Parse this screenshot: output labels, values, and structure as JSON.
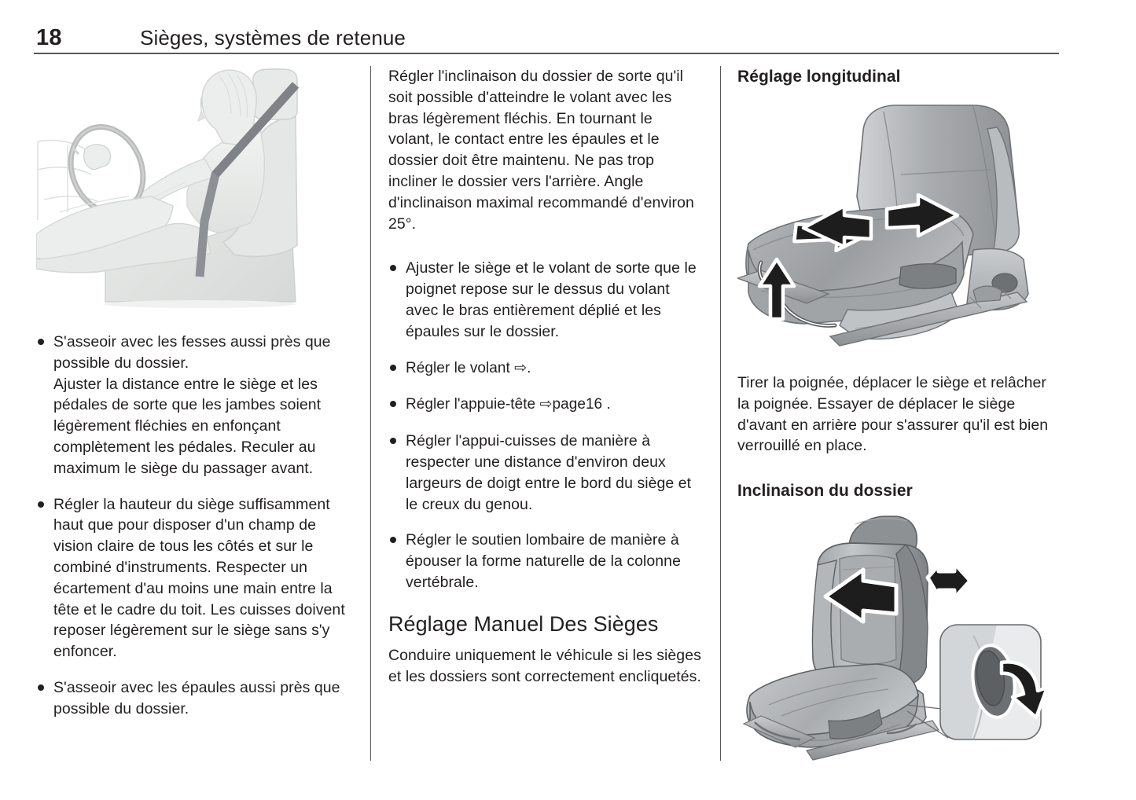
{
  "header": {
    "page_number": "18",
    "chapter_title": "Sièges, systèmes de retenue"
  },
  "left_column": {
    "figure_alt": "Illustration d'un conducteur assis au volant avec ceinture de sécurité",
    "bullets": [
      "S'asseoir avec les fesses aussi près que possible du dossier.\nAjuster la distance entre le siège et les pédales de sorte que les jambes soient légèrement fléchies en enfonçant complètement les pédales. Reculer au maximum le siège du passager avant.",
      "Régler la hauteur du siège suffisamment haut que pour disposer d'un champ de vision claire de tous les côtés et sur le combiné d'instruments. Respecter un écartement d'au moins une main entre la tête et le cadre du toit. Les cuisses doivent reposer légèrement sur le siège sans s'y enfoncer.",
      "S'asseoir avec les épaules aussi près que possible du dossier."
    ]
  },
  "middle_column": {
    "intro_paragraph": "Régler l'inclinaison du dossier de sorte qu'il soit possible d'atteindre le volant avec les bras légèrement fléchis. En tournant le volant, le contact entre les épaules et le dossier doit être maintenu. Ne pas trop incliner le dossier vers l'arrière. Angle d'inclinaison maximal recommandé d'environ 25°.",
    "bullets": [
      "Ajuster le siège et le volant de sorte que le poignet repose sur le dessus du volant avec le bras entièrement déplié et les épaules sur le dossier.",
      "Régler le volant ⇨.",
      "Régler l'appuie-tête ⇨page16 .",
      "Régler l'appui-cuisses de manière à respecter une distance d'environ deux largeurs de doigt entre le bord du siège et le creux du genou.",
      "Régler le soutien lombaire de manière à épouser la forme naturelle de la colonne vertébrale."
    ],
    "section_heading": "Réglage Manuel Des Sièges",
    "section_paragraph": "Conduire uniquement le véhicule si les sièges et les dossiers sont correctement encliquetés."
  },
  "right_column": {
    "heading_longitudinal": "Réglage longitudinal",
    "figure_longitudinal_alt": "Siège de véhicule avec flèches indiquant le réglage longitudinal et la poignée",
    "paragraph_longitudinal": "Tirer la poignée, déplacer le siège et relâcher la poignée. Essayer de déplacer le siège d'avant en arrière pour s'assurer qu'il est bien verrouillé en place.",
    "heading_inclination": "Inclinaison du dossier",
    "figure_inclination_alt": "Siège de véhicule avec flèches indiquant l'inclinaison du dossier et détail de la molette"
  },
  "colors": {
    "text": "#231f20",
    "rule": "#58585b",
    "seat_light": "#c9cbcd",
    "seat_mid": "#a8abae",
    "seat_dark": "#8a8d90",
    "arrow": "#231f20",
    "illustration_light": "#e8eae9"
  }
}
